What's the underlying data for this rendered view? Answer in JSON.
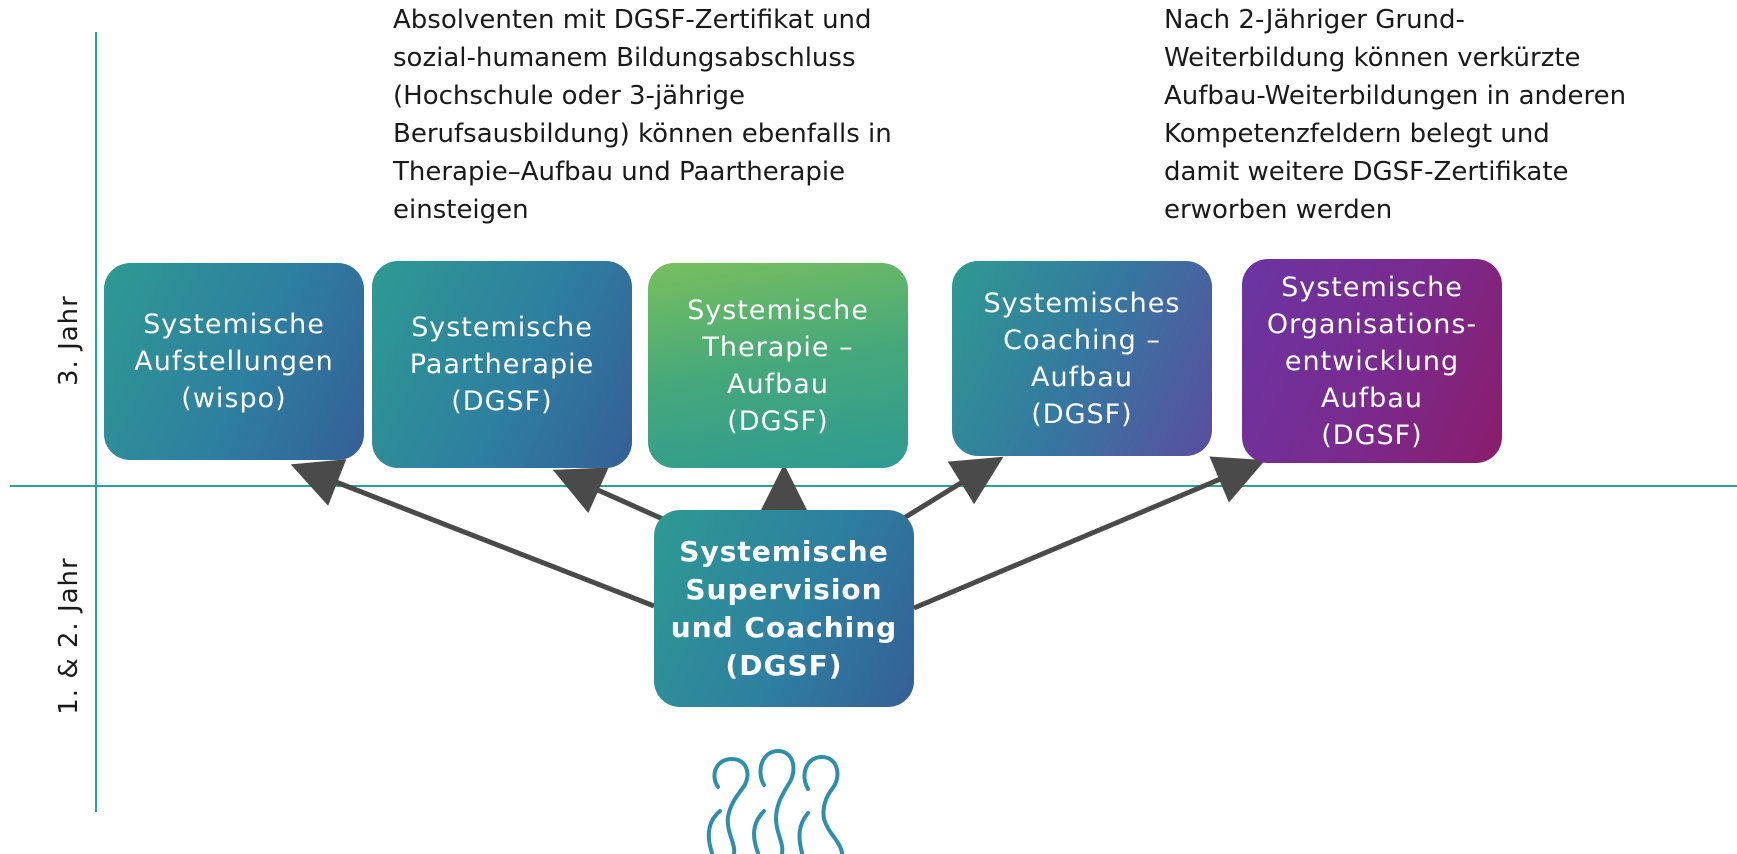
{
  "axis": {
    "lower_label": "1. & 2. Jahr",
    "upper_label": "3. Jahr"
  },
  "notes": {
    "left": "Absolventen mit DGSF-Zertifikat und\nsozial-humanem Bildungsabschluss\n(Hochschule oder 3-jährige\nBerufsausbildung) können ebenfalls in\nTherapie–Aufbau und Paartherapie\neinsteigen",
    "right": "Nach 2-Jähriger Grund-\nWeiterbildung können verkürzte\nAufbau-Weiterbildungen in anderen\nKompetenzfeldern belegt und\ndamit weitere DGSF-Zertifikate\nerworben werden"
  },
  "base_program": "Systemische\nSupervision\nund Coaching\n(DGSF)",
  "advanced_programs": [
    "Systemische\nAufstellungen\n(wispo)",
    "Systemische\nPaartherapie\n(DGSF)",
    "Systemische\nTherapie –\nAufbau\n(DGSF)",
    "Systemisches\nCoaching –\nAufbau\n(DGSF)",
    "Systemische\nOrganisations-\nentwicklung\nAufbau\n(DGSF)"
  ],
  "colors": {
    "axis_line": "#2aa19a",
    "arrow": "#4a4a4a",
    "logo": "#2f8fa8"
  },
  "logo_icon": "three-people-logo"
}
